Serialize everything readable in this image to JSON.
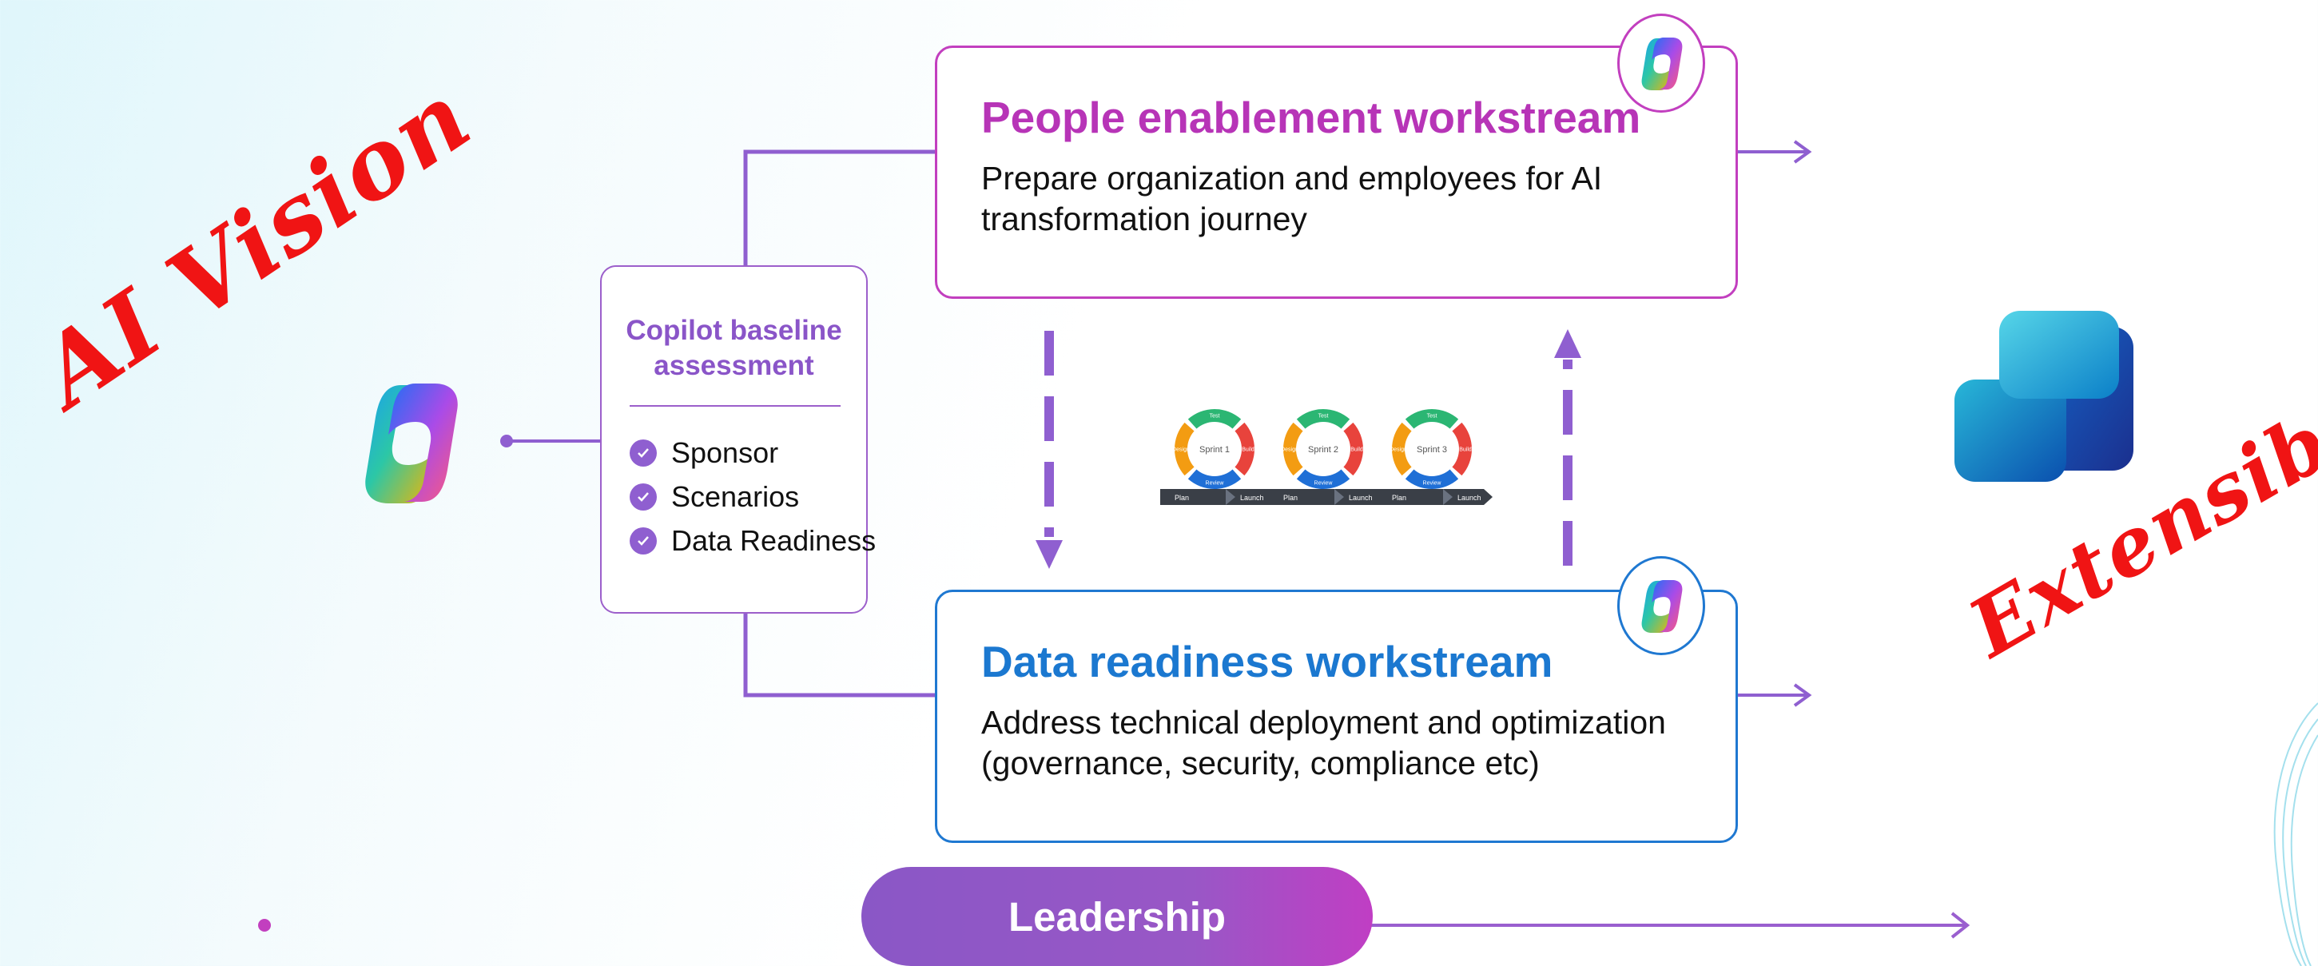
{
  "annotations": {
    "left_script": "AI Vision",
    "right_script": "Extensibility"
  },
  "baseline": {
    "title": "Copilot baseline assessment",
    "items": [
      "Sponsor",
      "Scenarios",
      "Data Readiness"
    ]
  },
  "people_workstream": {
    "title": "People enablement workstream",
    "description": "Prepare organization and employees for AI transformation journey"
  },
  "data_workstream": {
    "title": "Data readiness workstream",
    "description": "Address technical deployment and optimization (governance, security, compliance etc)"
  },
  "sprints": {
    "labels": [
      "Sprint 1",
      "Sprint 2",
      "Sprint 3"
    ],
    "cycle_words": [
      "Test",
      "Build",
      "Review",
      "Design"
    ],
    "bar_labels": [
      "Plan",
      "Launch"
    ]
  },
  "leadership": {
    "label": "Leadership"
  },
  "icons": {
    "left": "copilot-logo-icon",
    "right": "copilot-studio-logo-icon",
    "badges": "copilot-logo-icon",
    "checks": "check-circle-icon"
  },
  "colors": {
    "connector": "#8f5fd0",
    "people_accent": "#b734b7",
    "data_accent": "#1b78d0",
    "script_red": "#f01414"
  }
}
